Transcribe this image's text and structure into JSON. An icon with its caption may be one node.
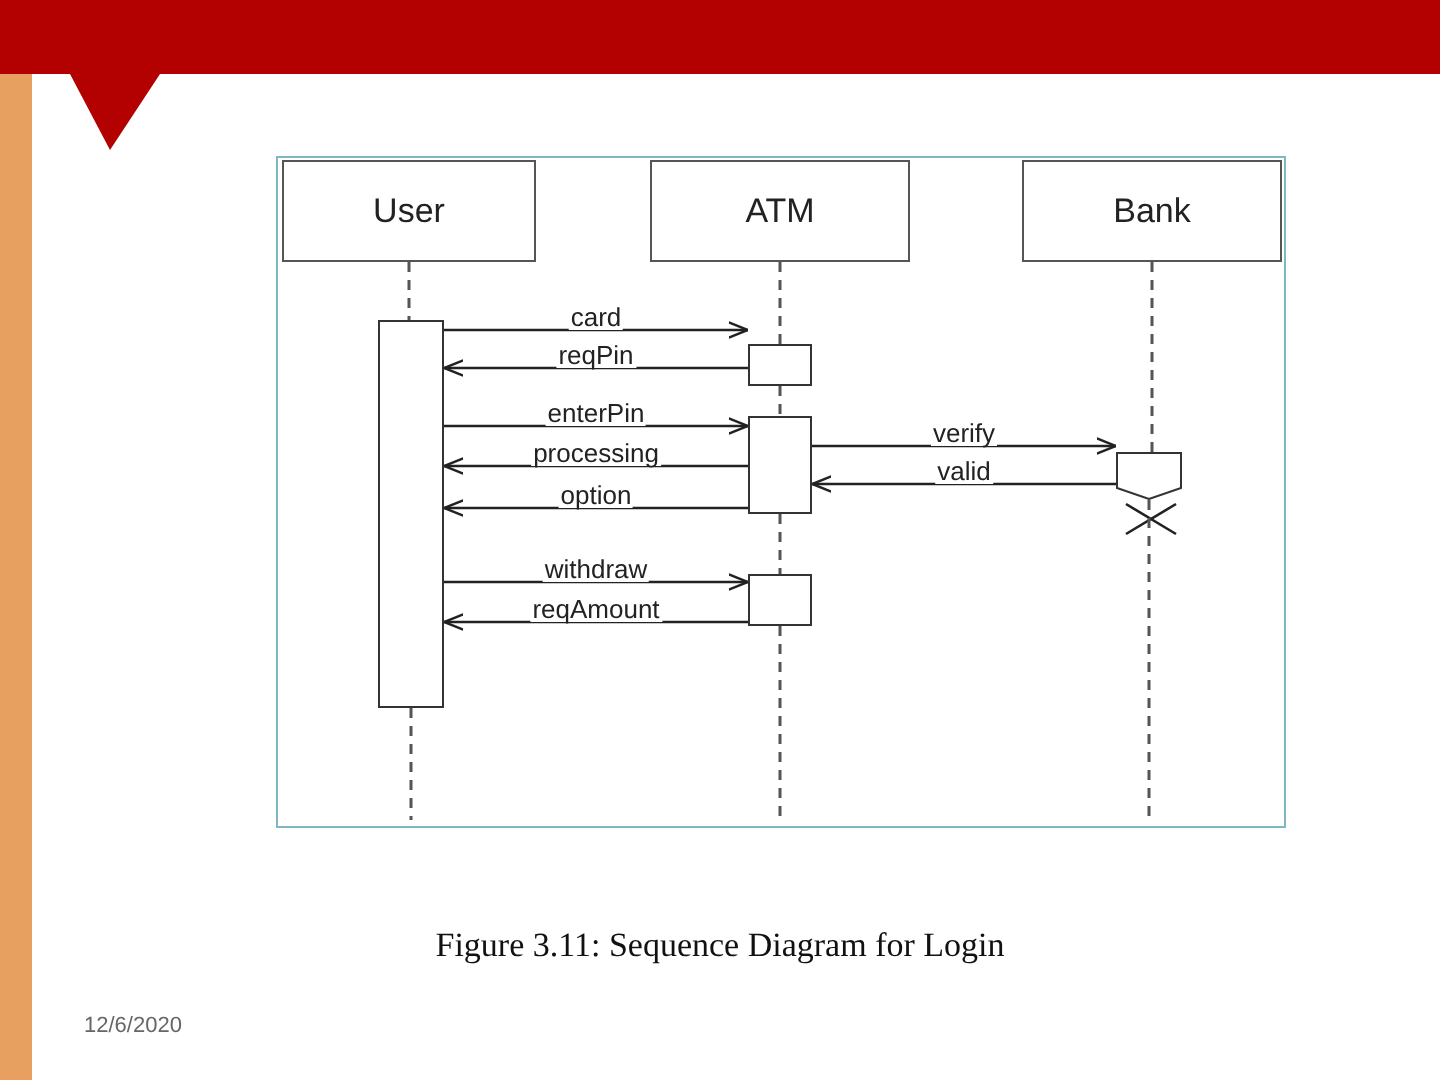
{
  "diagram": {
    "caption": "Figure 3.11: Sequence Diagram for Login",
    "nodes": [
      {
        "text": [
          "User"
        ]
      },
      {
        "text": [
          "ATM"
        ]
      },
      {
        "text": [
          "Bank"
        ]
      },
      {
        "text": [],
        "shape": "box"
      },
      {
        "text": [],
        "shape": "box"
      },
      {
        "text": [],
        "shape": "box"
      },
      {
        "text": [],
        "shape": "box"
      },
      {
        "text": [],
        "shape": "box"
      }
    ],
    "edges": [
      {
        "from": 3,
        "to": 4,
        "arrow": "to",
        "label": "card"
      },
      {
        "from": 4,
        "to": 3,
        "arrow": "to",
        "label": "reqPin"
      },
      {
        "from": 3,
        "to": 5,
        "arrow": "to",
        "label": "enterPin"
      },
      {
        "from": 5,
        "to": 6,
        "arrow": "to",
        "label": "verify"
      },
      {
        "from": 5,
        "to": 3,
        "arrow": "to",
        "label": "processing"
      },
      {
        "from": 6,
        "to": 5,
        "arrow": "to",
        "label": "valid"
      },
      {
        "from": 5,
        "to": 3,
        "arrow": "to",
        "label": "option"
      },
      {
        "from": 3,
        "to": 7,
        "arrow": "to",
        "label": "withdraw"
      },
      {
        "from": 7,
        "to": 3,
        "arrow": "to",
        "label": "reqAmount"
      },
      {
        "from": 0,
        "to": 3,
        "arrow": "none",
        "style": "dashed"
      },
      {
        "from": 3,
        "to": null,
        "arrow": "none",
        "style": "dashed"
      },
      {
        "from": 1,
        "to": 4,
        "arrow": "none",
        "style": "dashed"
      },
      {
        "from": 4,
        "to": 5,
        "arrow": "none",
        "style": "dashed"
      },
      {
        "from": 5,
        "to": 7,
        "arrow": "none",
        "style": "dashed"
      },
      {
        "from": 7,
        "to": null,
        "arrow": "none",
        "style": "dashed"
      },
      {
        "from": 2,
        "to": 6,
        "arrow": "none",
        "style": "dashed"
      },
      {
        "from": 6,
        "to": null,
        "arrow": "none",
        "style": "dashed"
      }
    ],
    "labels": [
      "12/6/2020"
    ]
  }
}
